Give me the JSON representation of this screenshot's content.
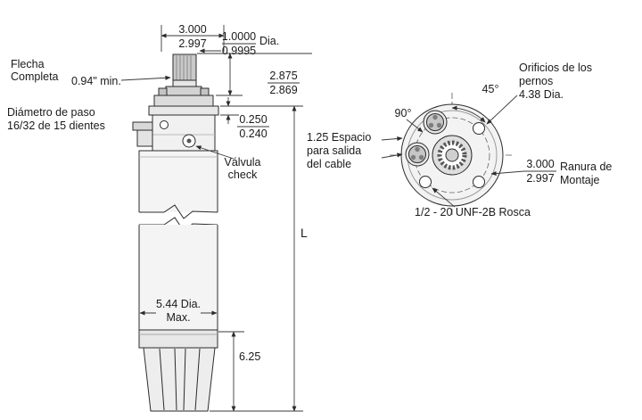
{
  "side_view": {
    "labels": {
      "flecha_line1": "Flecha",
      "flecha_line2": "Completa",
      "shaft_min": "0.94\" min.",
      "paso_line1": "Diámetro de paso",
      "paso_line2": "16/32 de 15 dientes",
      "valvula_line1": "Válvula",
      "valvula_line2": "check"
    },
    "dims": {
      "spline_len_max": "3.000",
      "spline_len_min": "2.997",
      "shaft_dia_max": "1.0000",
      "shaft_dia_min": "0.9995",
      "dia_suffix": "Dia.",
      "shaft_ext_max": "2.875",
      "shaft_ext_min": "2.869",
      "step_max": "0.250",
      "step_min": "0.240",
      "overall_length": "L",
      "body_dia_line1": "5.44 Dia.",
      "body_dia_line2": "Max.",
      "lower_len": "6.25"
    }
  },
  "end_view": {
    "labels": {
      "pernos_line1": "Orificios de los",
      "pernos_line2": "pernos",
      "pernos_dia": "4.38 Dia.",
      "angle_45": "45°",
      "angle_90": "90°",
      "cable_line1": "1.25 Espacio",
      "cable_line2": "para salida",
      "cable_line3": "del cable",
      "slot_max": "3.000",
      "slot_min": "2.997",
      "slot_line1": "Ranura de",
      "slot_line2": "Montaje",
      "thread": "1/2 - 20 UNF-2B Rosca"
    }
  },
  "colors": {
    "line": "#2b2b2b",
    "dim_line": "#3a3a3a",
    "metal_light": "#f2f2f2",
    "metal_mid": "#d9d9d9",
    "background": "#ffffff"
  }
}
